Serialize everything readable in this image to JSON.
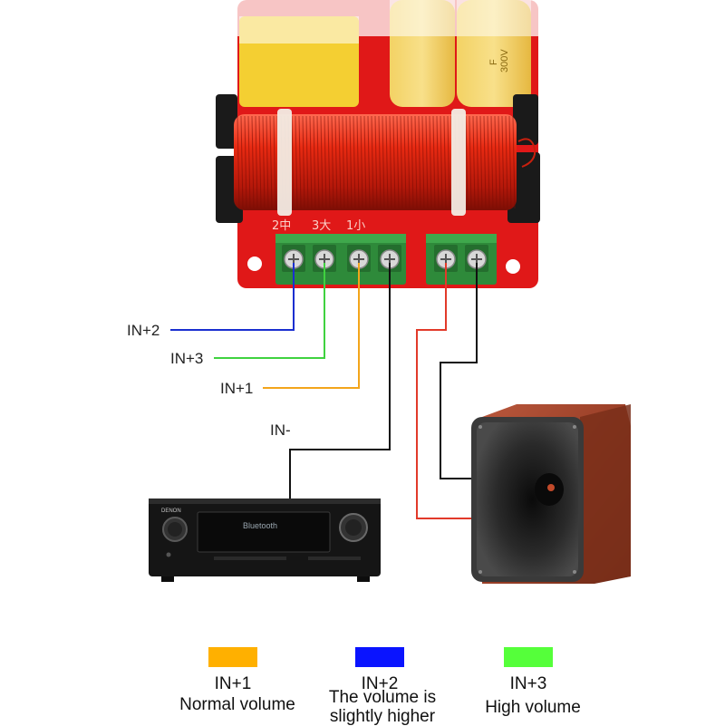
{
  "board": {
    "terminal_marks": [
      "2中",
      "3大",
      "1小"
    ],
    "capacitor_print": [
      "F",
      "300V"
    ]
  },
  "receiver": {
    "brand": "DENON",
    "display_text": "Bluetooth"
  },
  "wires": [
    {
      "label": "IN+2",
      "color": "#1a2fd0"
    },
    {
      "label": "IN+3",
      "color": "#3fd23f"
    },
    {
      "label": "IN+1",
      "color": "#f3a51b"
    },
    {
      "label": "IN-",
      "color": "#111111"
    },
    {
      "label": "",
      "color": "#e23a2a"
    }
  ],
  "legend": [
    {
      "code": "IN+1",
      "desc": "Normal volume",
      "color": "#ffb000"
    },
    {
      "code": "IN+2",
      "desc": "The volume is slightly higher",
      "color": "#0a14ff"
    },
    {
      "code": "IN+3",
      "desc": "High volume",
      "color": "#55ff3a"
    }
  ]
}
